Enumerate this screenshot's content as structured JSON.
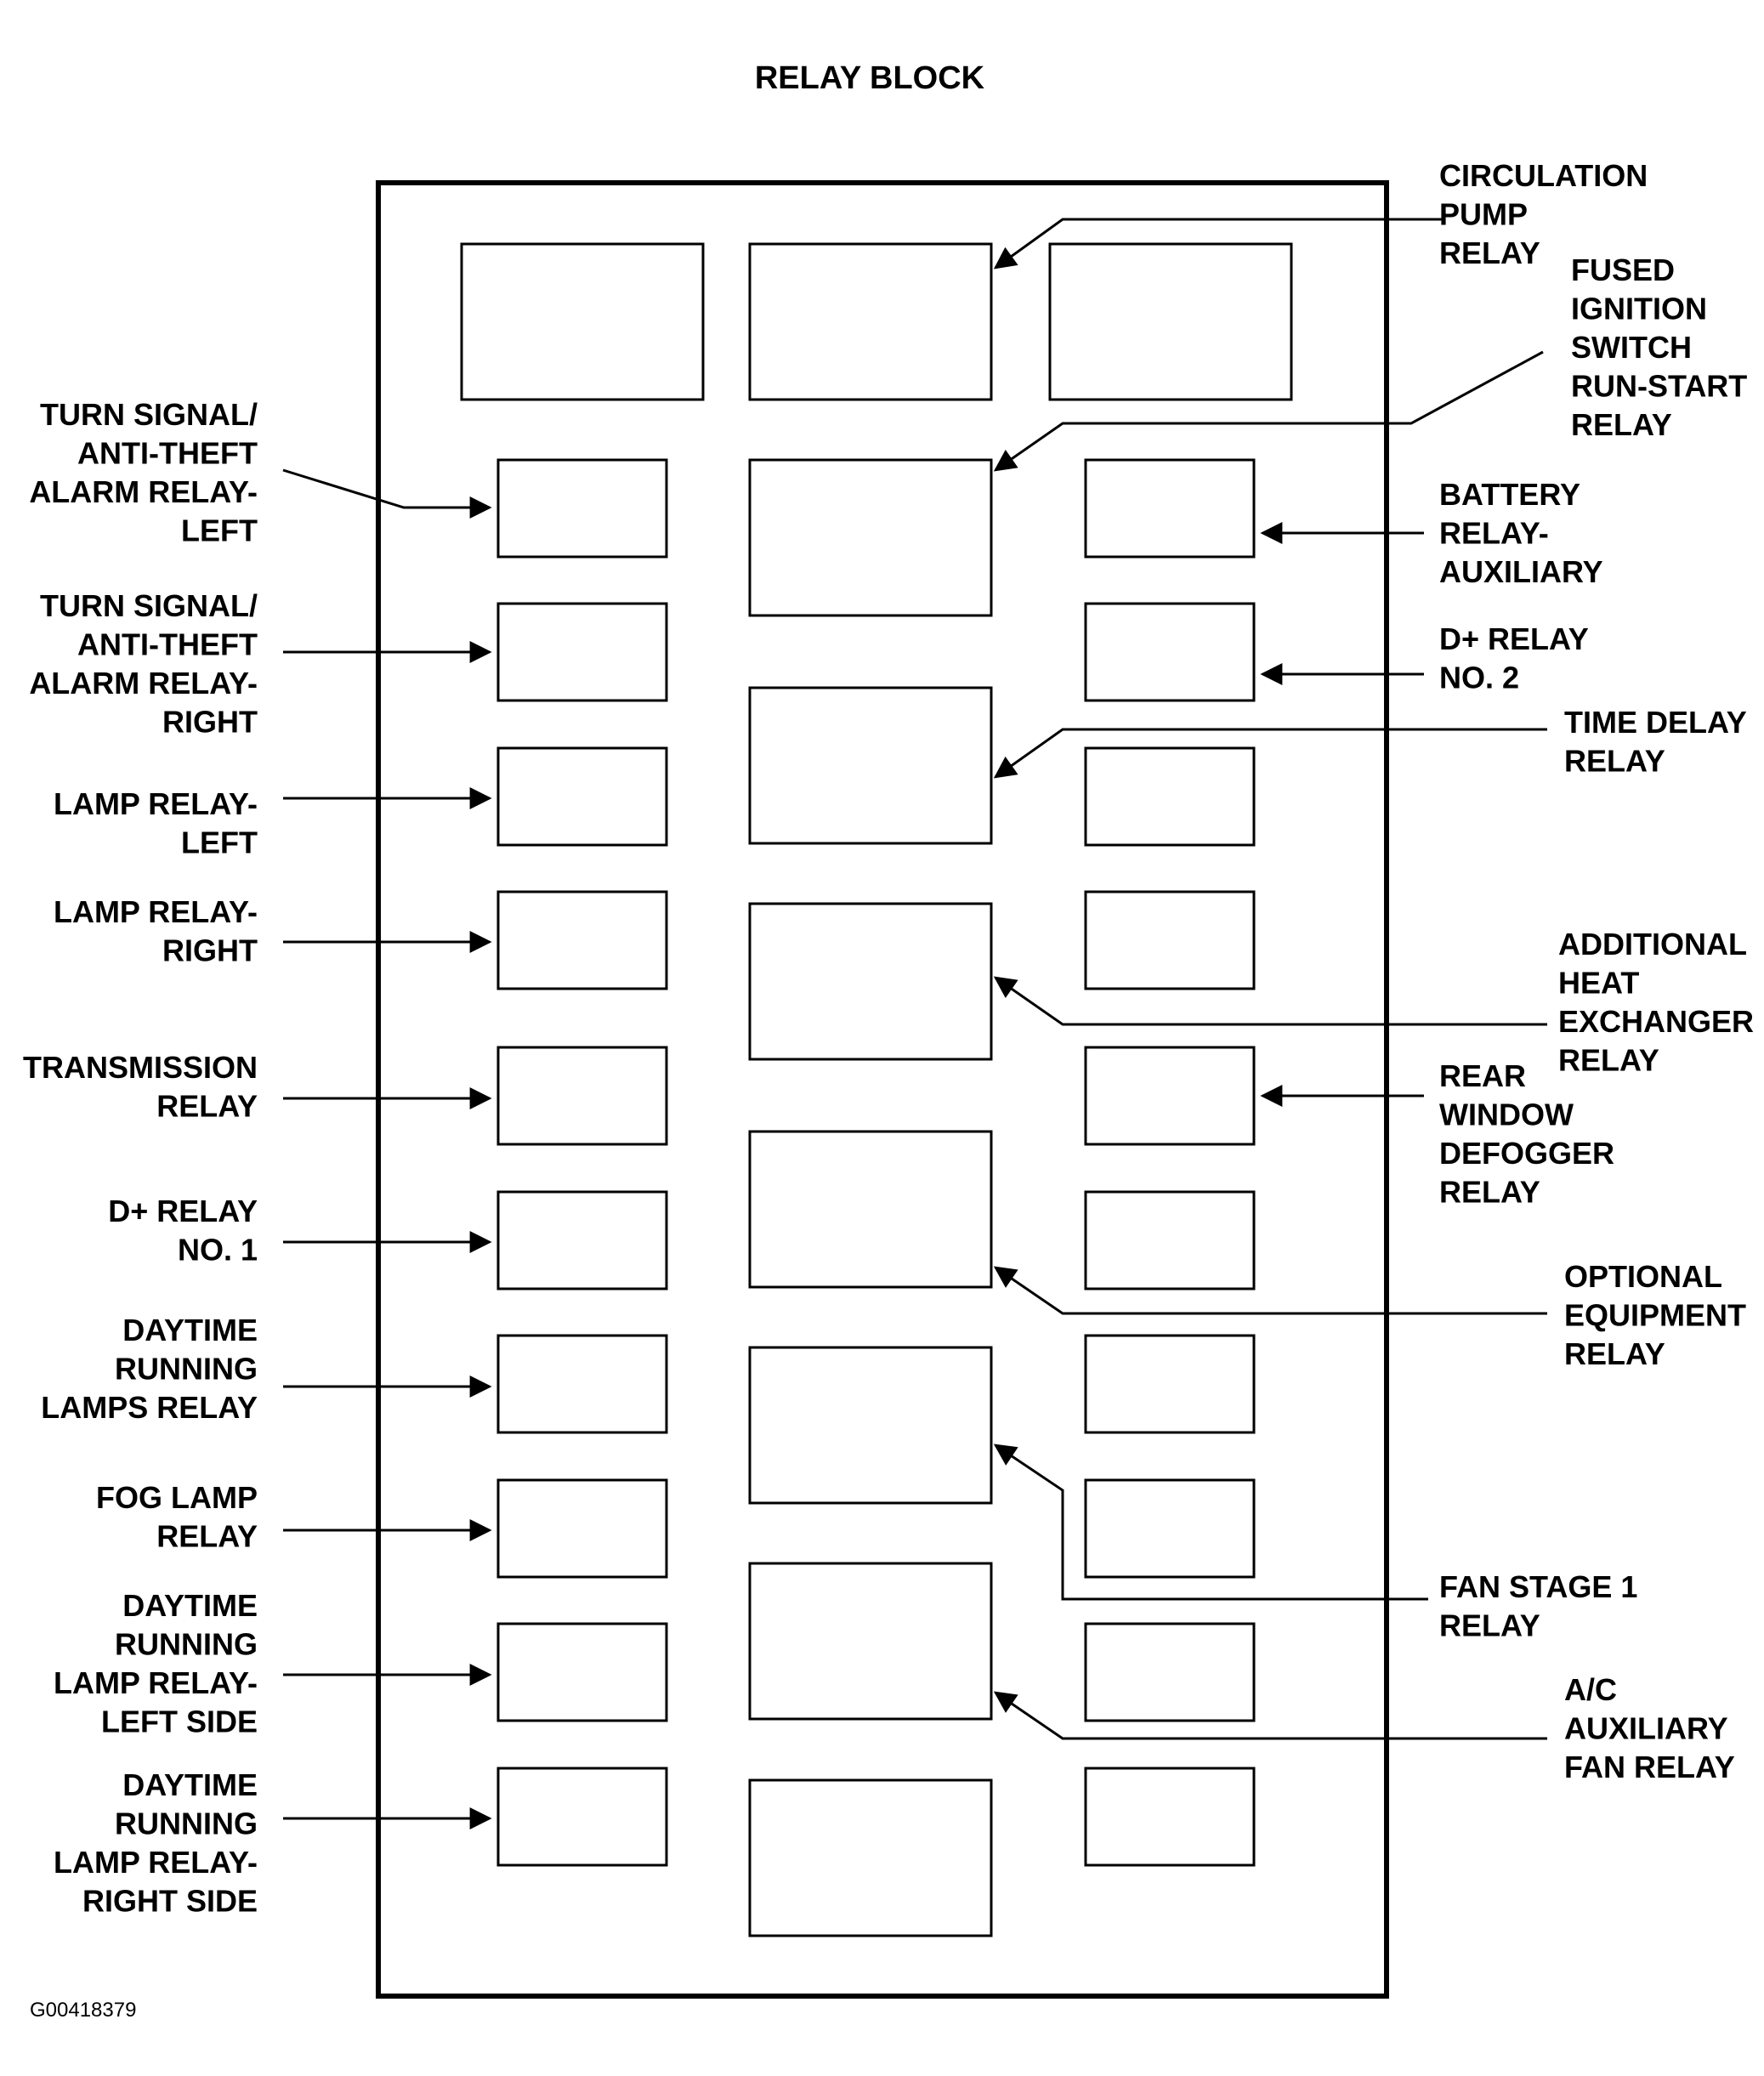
{
  "title": "RELAY BLOCK",
  "figure_code": "G00418379",
  "left_labels": [
    {
      "id": "turn-signal-left",
      "lines": [
        "TURN SIGNAL/",
        "ANTI-THEFT",
        "ALARM RELAY-",
        "LEFT"
      ]
    },
    {
      "id": "turn-signal-right",
      "lines": [
        "TURN SIGNAL/",
        "ANTI-THEFT",
        "ALARM RELAY-",
        "RIGHT"
      ]
    },
    {
      "id": "lamp-relay-left",
      "lines": [
        "LAMP RELAY-",
        "LEFT"
      ]
    },
    {
      "id": "lamp-relay-right",
      "lines": [
        "LAMP RELAY-",
        "RIGHT"
      ]
    },
    {
      "id": "transmission-relay",
      "lines": [
        "TRANSMISSION",
        "RELAY"
      ]
    },
    {
      "id": "d-plus-relay-1",
      "lines": [
        "D+ RELAY",
        "NO. 1"
      ]
    },
    {
      "id": "daytime-running-lamps-relay",
      "lines": [
        "DAYTIME",
        "RUNNING",
        "LAMPS RELAY"
      ]
    },
    {
      "id": "fog-lamp-relay",
      "lines": [
        "FOG LAMP",
        "RELAY"
      ]
    },
    {
      "id": "drl-left-side",
      "lines": [
        "DAYTIME",
        "RUNNING",
        "LAMP RELAY-",
        "LEFT SIDE"
      ]
    },
    {
      "id": "drl-right-side",
      "lines": [
        "DAYTIME",
        "RUNNING",
        "LAMP RELAY-",
        "RIGHT SIDE"
      ]
    }
  ],
  "right_labels": [
    {
      "id": "circulation-pump-relay",
      "lines": [
        "CIRCULATION",
        "PUMP",
        "RELAY"
      ]
    },
    {
      "id": "fused-ignition-relay",
      "lines": [
        "FUSED",
        "IGNITION",
        "SWITCH",
        "RUN-START",
        "RELAY"
      ]
    },
    {
      "id": "battery-relay-auxiliary",
      "lines": [
        "BATTERY",
        "RELAY-",
        "AUXILIARY"
      ]
    },
    {
      "id": "d-plus-relay-2",
      "lines": [
        "D+ RELAY",
        "NO. 2"
      ]
    },
    {
      "id": "time-delay-relay",
      "lines": [
        "TIME DELAY",
        "RELAY"
      ]
    },
    {
      "id": "additional-heat-exchanger-relay",
      "lines": [
        "ADDITIONAL",
        "HEAT",
        "EXCHANGER",
        "RELAY"
      ]
    },
    {
      "id": "rear-window-defogger-relay",
      "lines": [
        "REAR",
        "WINDOW",
        "DEFOGGER",
        "RELAY"
      ]
    },
    {
      "id": "optional-equipment-relay",
      "lines": [
        "OPTIONAL",
        "EQUIPMENT",
        "RELAY"
      ]
    },
    {
      "id": "fan-stage-1-relay",
      "lines": [
        "FAN STAGE 1",
        "RELAY"
      ]
    },
    {
      "id": "ac-auxiliary-fan-relay",
      "lines": [
        "A/C",
        "AUXILIARY",
        "FAN RELAY"
      ]
    }
  ]
}
